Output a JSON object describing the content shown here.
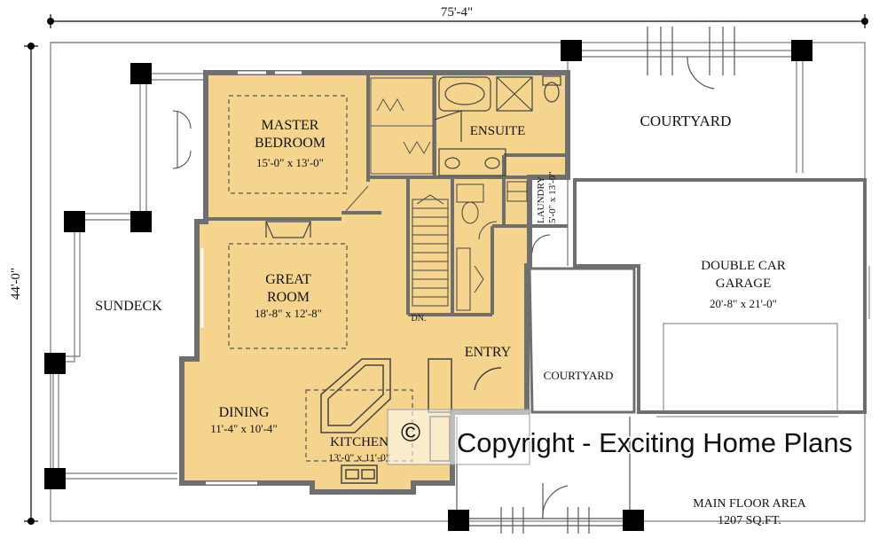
{
  "dimensions": {
    "width": "75'-4\"",
    "depth": "44'-0\""
  },
  "rooms": {
    "master_bedroom": {
      "name_line1": "MASTER",
      "name_line2": "BEDROOM",
      "size": "15'-0\" x 13'-0\""
    },
    "ensuite": {
      "name": "ENSUITE"
    },
    "laundry": {
      "name": "LAUNDRY",
      "size": "5'-0\" x 13'-0\""
    },
    "great_room": {
      "name_line1": "GREAT",
      "name_line2": "ROOM",
      "size": "18'-8\" x 12'-8\""
    },
    "stairs": {
      "label": "DN."
    },
    "entry": {
      "name": "ENTRY"
    },
    "dining": {
      "name": "DINING",
      "size": "11'-4\" x 10'-4\""
    },
    "kitchen": {
      "name": "KITCHEN",
      "size": "13'-0\" x 11'-0\""
    },
    "sundeck": {
      "name": "SUNDECK"
    },
    "courtyard_top": {
      "name": "COURTYARD"
    },
    "courtyard_mid": {
      "name": "COURTYARD"
    },
    "garage": {
      "name_line1": "DOUBLE CAR",
      "name_line2": "GARAGE",
      "size": "20'-8\" x 21'-0\""
    }
  },
  "area": {
    "line1": "MAIN FLOOR AREA",
    "line2": "1207  SQ.FT."
  },
  "watermark": {
    "symbol": "©",
    "text": "Copyright - Exciting Home Plans"
  },
  "colors": {
    "floor": "#f5d58e",
    "wall": "#6f6f6f",
    "post": "#000000"
  }
}
